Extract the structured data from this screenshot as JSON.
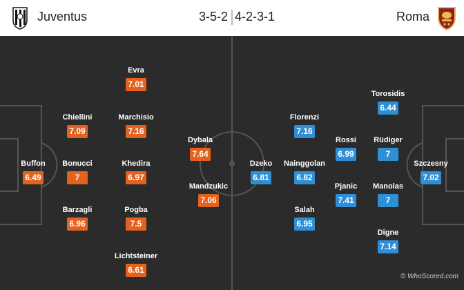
{
  "header": {
    "home_team": "Juventus",
    "away_team": "Roma",
    "home_formation": "3-5-2",
    "away_formation": "4-2-3-1"
  },
  "colors": {
    "home_rating": "#e3631e",
    "away_rating": "#2f8fd6",
    "pitch": "#2b2b2b",
    "lines": "#555555"
  },
  "home_players": [
    {
      "name": "Buffon",
      "rating": "6.49"
    },
    {
      "name": "Chiellini",
      "rating": "7.09"
    },
    {
      "name": "Bonucci",
      "rating": "7"
    },
    {
      "name": "Barzagli",
      "rating": "6.96"
    },
    {
      "name": "Evra",
      "rating": "7.01"
    },
    {
      "name": "Marchisio",
      "rating": "7.16"
    },
    {
      "name": "Khedira",
      "rating": "6.97"
    },
    {
      "name": "Pogba",
      "rating": "7.5"
    },
    {
      "name": "Lichtsteiner",
      "rating": "6.61"
    },
    {
      "name": "Dybala",
      "rating": "7.64"
    },
    {
      "name": "Mandzukic",
      "rating": "7.06"
    }
  ],
  "away_players": [
    {
      "name": "Dzeko",
      "rating": "6.81"
    },
    {
      "name": "Florenzi",
      "rating": "7.16"
    },
    {
      "name": "Nainggolan",
      "rating": "6.82"
    },
    {
      "name": "Salah",
      "rating": "6.95"
    },
    {
      "name": "Rossi",
      "rating": "6.99"
    },
    {
      "name": "Pjanic",
      "rating": "7.41"
    },
    {
      "name": "Torosidis",
      "rating": "6.44"
    },
    {
      "name": "Rüdiger",
      "rating": "7"
    },
    {
      "name": "Manolas",
      "rating": "7"
    },
    {
      "name": "Digne",
      "rating": "7.14"
    },
    {
      "name": "Szczesny",
      "rating": "7.02"
    }
  ],
  "credit": "© WhoScored.com",
  "icons": {
    "home_crest": "juventus-crest-icon",
    "away_crest": "roma-crest-icon"
  }
}
